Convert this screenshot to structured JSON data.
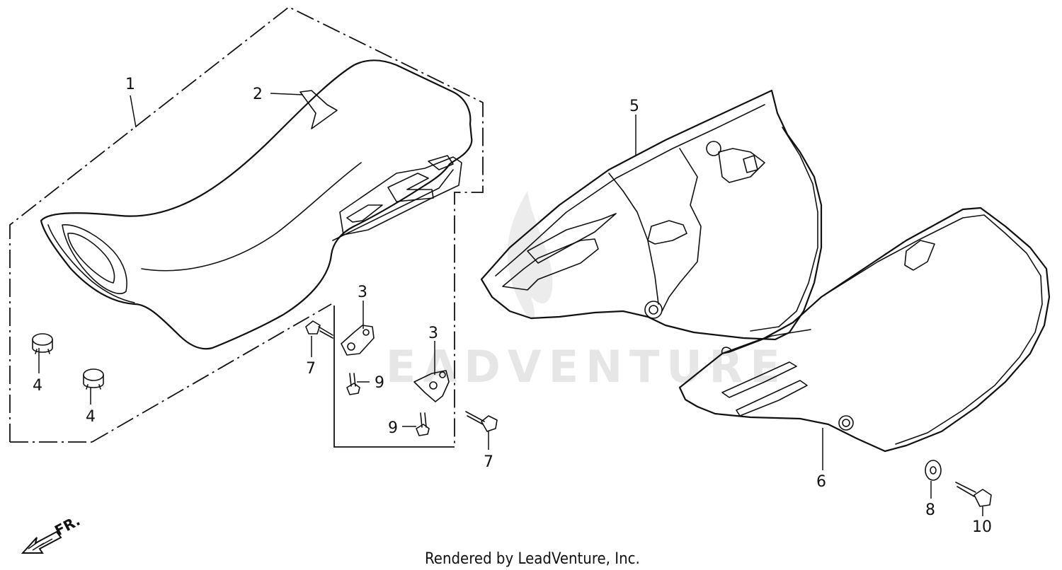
{
  "diagram": {
    "callouts": {
      "c1": "1",
      "c2": "2",
      "c3a": "3",
      "c3b": "3",
      "c4a": "4",
      "c4b": "4",
      "c5": "5",
      "c6": "6",
      "c7a": "7",
      "c7b": "7",
      "c8": "8",
      "c9a": "9",
      "c9b": "9",
      "c10": "10"
    },
    "direction_label": "FR.",
    "watermark": "EADVENTURE",
    "footer": "Rendered by LeadVenture, Inc.",
    "colors": {
      "line": "#111111",
      "watermark": "#e6e6e6",
      "background": "#ffffff"
    }
  }
}
